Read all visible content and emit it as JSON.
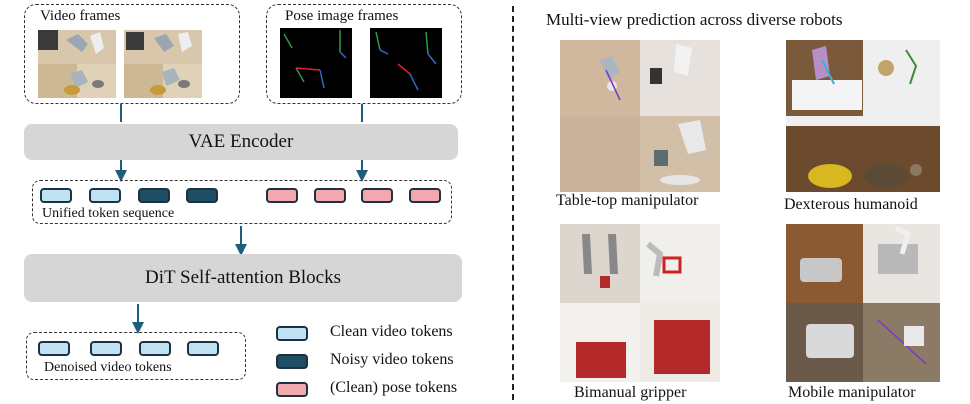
{
  "left": {
    "video_frames_label": "Video frames",
    "pose_frames_label": "Pose image frames",
    "vae_label": "VAE Encoder",
    "unified_label": "Unified token sequence",
    "dit_label": "DiT Self-attention Blocks",
    "denoised_label": "Denoised video tokens"
  },
  "legend": {
    "clean": "Clean video tokens",
    "noisy": "Noisy video tokens",
    "pose": "(Clean) pose tokens"
  },
  "right": {
    "title": "Multi-view prediction across diverse robots",
    "captions": {
      "tabletop": "Table-top manipulator",
      "humanoid": "Dexterous humanoid",
      "bimanual": "Bimanual gripper",
      "mobile": "Mobile manipulator"
    }
  },
  "colors": {
    "arrow": "#1d5e80",
    "clean_token": "#bfe3f5",
    "noisy_token": "#1f4d63",
    "pose_token": "#f2a9ad",
    "block_gray": "#d6d6d6"
  }
}
